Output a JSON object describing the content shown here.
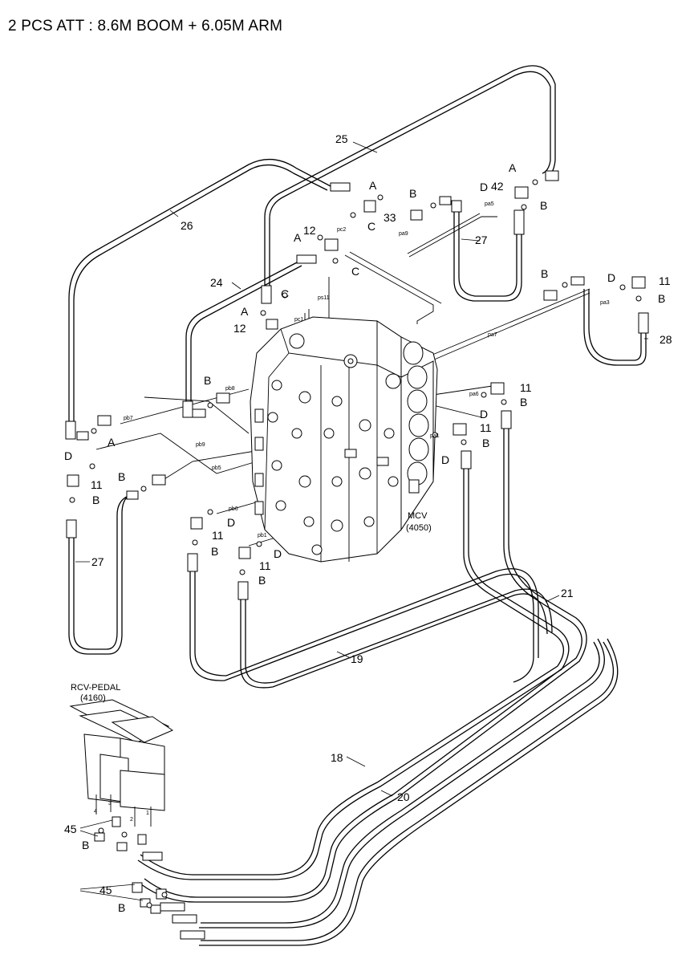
{
  "title": "2 PCS ATT : 8.6M BOOM + 6.05M ARM",
  "components": {
    "mcv_name": "MCV",
    "mcv_code": "(4050)",
    "rcv_name": "RCV-PEDAL",
    "rcv_code": "(4160)"
  },
  "part_numbers": {
    "p11": "11",
    "p12": "12",
    "p18": "18",
    "p19": "19",
    "p20": "20",
    "p21": "21",
    "p24": "24",
    "p25": "25",
    "p26": "26",
    "p27": "27",
    "p28": "28",
    "p33": "33",
    "p42": "42",
    "p45": "45"
  },
  "letters": {
    "A": "A",
    "B": "B",
    "C": "C",
    "D": "D"
  },
  "ports": {
    "pc2": "pc2",
    "pa9": "pa9",
    "pa5": "pa5",
    "pc1": "pc1",
    "ps11": "ps11",
    "pa7": "pa7",
    "pa3": "pa3",
    "pb8": "pb8",
    "pb7": "pb7",
    "pb9": "pb9",
    "pb5": "pb5",
    "pa6": "pa6",
    "pa1": "pa1",
    "pb6": "pb6",
    "pb1": "pb1"
  },
  "rcv_ports": {
    "r1": "1",
    "r2": "2",
    "r3": "3",
    "r4": "4"
  }
}
